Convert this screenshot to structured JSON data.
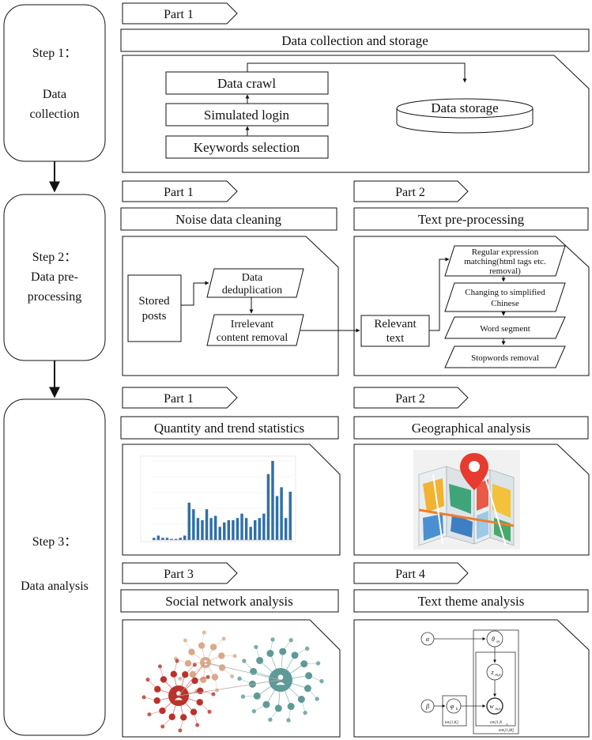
{
  "steps": [
    {
      "label_line1": "Step 1：",
      "label_line2": "Data",
      "label_line3": "collection"
    },
    {
      "label_line1": "Step 2：",
      "label_line2": "Data pre-",
      "label_line3": "processing"
    },
    {
      "label_line1": "Step 3：",
      "label_line2": "Data analysis"
    }
  ],
  "section1": {
    "part_tag": "Part 1",
    "title": "Data collection and storage",
    "boxes": {
      "data_crawl": "Data crawl",
      "simulated_login": "Simulated login",
      "keywords_selection": "Keywords selection"
    },
    "storage": "Data storage"
  },
  "section2": {
    "part1_tag": "Part 1",
    "part1_title": "Noise data cleaning",
    "part2_tag": "Part 2",
    "part2_title": "Text pre-processing",
    "stored_posts_line1": "Stored",
    "stored_posts_line2": "posts",
    "dedup_line1": "Data",
    "dedup_line2": "deduplication",
    "irrelevant_line1": "Irrelevant",
    "irrelevant_line2": "content removal",
    "relevant_line1": "Relevant",
    "relevant_line2": "text",
    "regex_line1": "Regular expression",
    "regex_line2": "matching(html tags etc.",
    "regex_line3": "removal)",
    "simplified_line1": "Changing to simplified",
    "simplified_line2": "Chinese",
    "word_segment": "Word segment",
    "stopwords": "Stopwords removal"
  },
  "section3": {
    "part1_tag": "Part 1",
    "part1_title": "Quantity and trend statistics",
    "part2_tag": "Part 2",
    "part2_title": "Geographical analysis",
    "part3_tag": "Part 3",
    "part3_title": "Social network analysis",
    "part4_tag": "Part 4",
    "part4_title": "Text theme analysis"
  },
  "mini_chart": {
    "type": "bar",
    "values": [
      1,
      2,
      1,
      1,
      0.5,
      0.5,
      1,
      2,
      17,
      14,
      10,
      9,
      14,
      10,
      11,
      6,
      8,
      9,
      9,
      10,
      12,
      10,
      6,
      9,
      10,
      12,
      30,
      36,
      20,
      24,
      10,
      22
    ],
    "color": "#2f6fa8"
  },
  "lda": {
    "alpha": "α",
    "theta": "θ",
    "theta_sub": "m",
    "z": "z",
    "z_sub": "m,n",
    "w": "w",
    "w_sub": "m,n",
    "beta": "β",
    "phi": "φ",
    "phi_sub": "k",
    "plate_inner": "n∈[1,N",
    "plate_inner_sub": "m",
    "plate_k": "k∈[1,K]",
    "plate_m": "m∈[1,M]"
  },
  "colors": {
    "pin": "#e63b2e",
    "network_red": "#b8332b",
    "network_teal": "#5e9a97",
    "network_tan": "#d9a98a"
  }
}
